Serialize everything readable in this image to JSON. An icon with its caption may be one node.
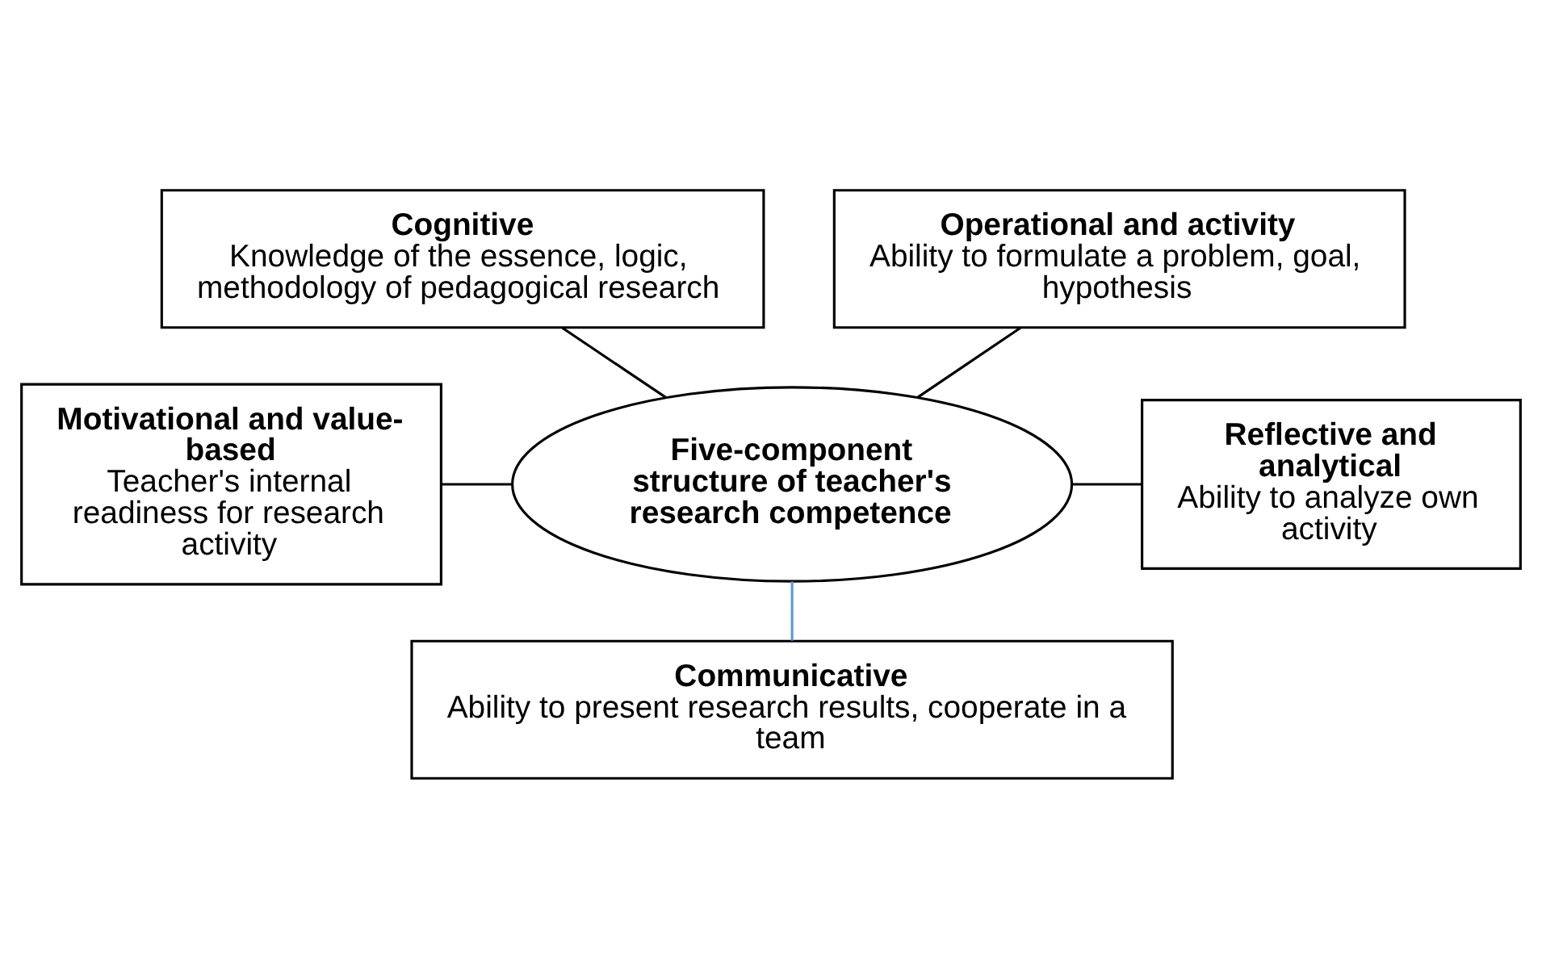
{
  "diagram": {
    "nodes": [
      {
        "text": [
          "Five-component structure of teacher's research competence"
        ]
      },
      {
        "text": [
          "Cognitive",
          "Knowledge of the essence, logic, methodology of pedagogical research"
        ]
      },
      {
        "text": [
          "Operational and activity",
          "Ability to formulate a problem, goal, hypothesis"
        ]
      },
      {
        "text": [
          "Motivational and value-based",
          "Teacher's internal readiness for research activity"
        ]
      },
      {
        "text": [
          "Reflective and analytical",
          "Ability to analyze own activity"
        ]
      },
      {
        "text": [
          "Communicative",
          "Ability to present research results, cooperate in a team"
        ]
      }
    ],
    "edges": [
      {
        "from": 0,
        "to": 1,
        "arrow": "none"
      },
      {
        "from": 0,
        "to": 2,
        "arrow": "none"
      },
      {
        "from": 0,
        "to": 3,
        "arrow": "none"
      },
      {
        "from": 0,
        "to": 4,
        "arrow": "none"
      },
      {
        "from": 0,
        "to": 5,
        "arrow": "none",
        "color": "#5b9bd5"
      }
    ]
  }
}
